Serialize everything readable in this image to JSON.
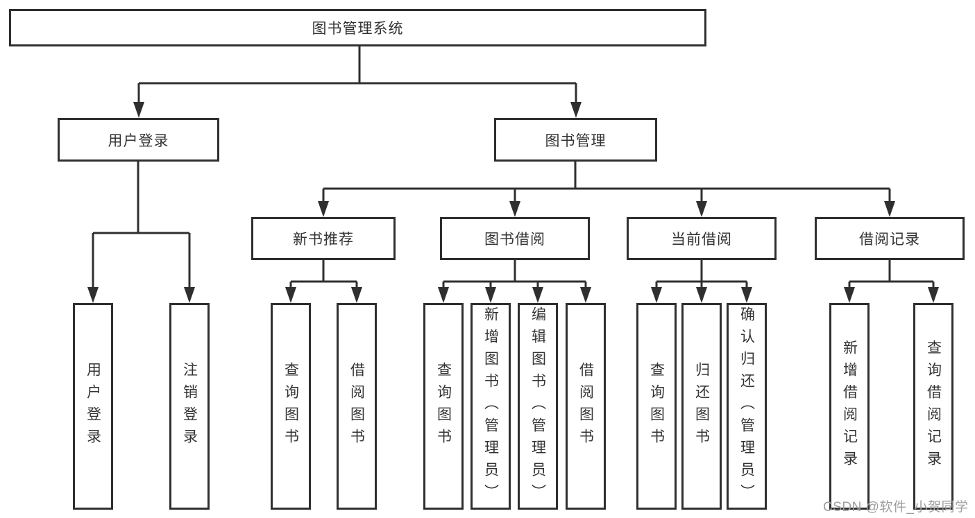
{
  "diagram_type": "hierarchy-tree",
  "root": {
    "label": "图书管理系统"
  },
  "branches": [
    {
      "label": "用户登录",
      "children": [
        {
          "label": "用户登录"
        },
        {
          "label": "注销登录"
        }
      ]
    },
    {
      "label": "图书管理",
      "children": [
        {
          "label": "新书推荐",
          "children": [
            {
              "label": "查询图书"
            },
            {
              "label": "借阅图书"
            }
          ]
        },
        {
          "label": "图书借阅",
          "children": [
            {
              "label": "查询图书"
            },
            {
              "label": "新增图书（管理员）"
            },
            {
              "label": "编辑图书（管理员）"
            },
            {
              "label": "借阅图书"
            }
          ]
        },
        {
          "label": "当前借阅",
          "children": [
            {
              "label": "查询图书"
            },
            {
              "label": "归还图书"
            },
            {
              "label": "确认归还（管理员）"
            }
          ]
        },
        {
          "label": "借阅记录",
          "children": [
            {
              "label": "新增借阅记录"
            },
            {
              "label": "查询借阅记录"
            }
          ]
        }
      ]
    }
  ],
  "watermark": "CSDN @软件_小贺同学",
  "colors": {
    "line": "#2f2f2f",
    "border": "#2f2f2f",
    "text": "#333333",
    "watermark": "#9e9e9e",
    "background": "#ffffff"
  }
}
